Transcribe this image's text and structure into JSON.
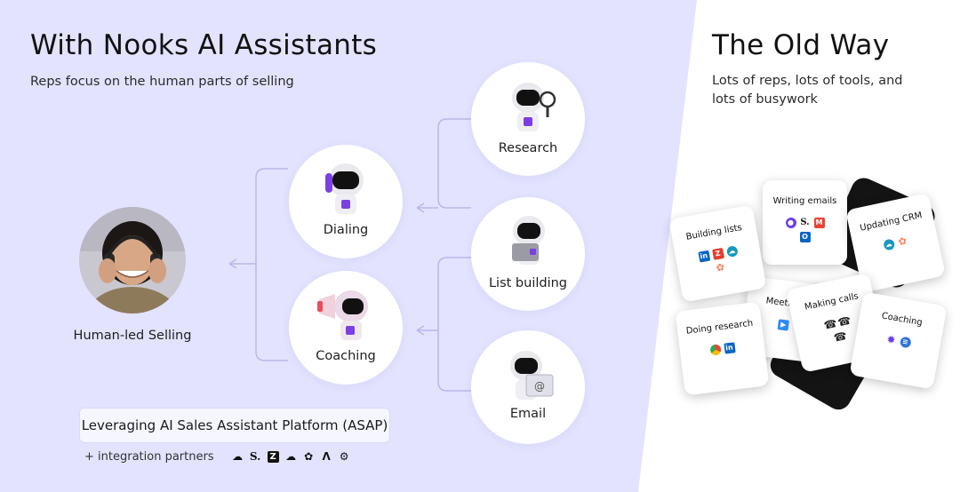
{
  "left": {
    "title": "With Nooks AI Assistants",
    "subtitle": "Reps focus on the human parts of selling",
    "human": {
      "label": "Human-led Selling"
    },
    "mid_nodes": [
      {
        "label": "Dialing"
      },
      {
        "label": "Coaching"
      }
    ],
    "right_nodes": [
      {
        "label": "Research"
      },
      {
        "label": "List building"
      },
      {
        "label": "Email"
      }
    ],
    "platform_label": "Leveraging AI Sales Assistant Platform (ASAP)",
    "partners_label": "+ integration partners",
    "partner_icons": [
      "cloud-icon",
      "s-logo-icon",
      "z-logo-icon",
      "salesforce-icon",
      "hubspot-icon",
      "a-logo-icon",
      "gear-logo-icon"
    ],
    "colors": {
      "panel": "#e3e3ff",
      "connector": "#b8b3e6",
      "accent": "#7b3fe4"
    }
  },
  "right": {
    "title": "The Old Way",
    "subtitle_line1": "Lots of reps, lots of tools, and",
    "subtitle_line2": "lots of busywork",
    "cards": [
      {
        "title": "Writing emails",
        "icons": [
          "shield-icon",
          "s-logo-icon",
          "gmail-icon",
          "outlook-icon"
        ]
      },
      {
        "title": "Building lists",
        "icons": [
          "linkedin-icon",
          "zoominfo-icon",
          "salesforce-icon",
          "hubspot-icon"
        ]
      },
      {
        "title": "Updating CRM",
        "icons": [
          "salesforce-icon",
          "hubspot-icon"
        ]
      },
      {
        "title": "Meetings",
        "icons": [
          "zoom-icon"
        ]
      },
      {
        "title": "Making calls",
        "icons": [
          "phone-icon",
          "phone-icon",
          "phone-icon"
        ]
      },
      {
        "title": "Doing research",
        "icons": [
          "chrome-icon",
          "linkedin-icon"
        ]
      },
      {
        "title": "Coaching",
        "icons": [
          "gong-icon",
          "chorus-icon"
        ]
      }
    ]
  }
}
